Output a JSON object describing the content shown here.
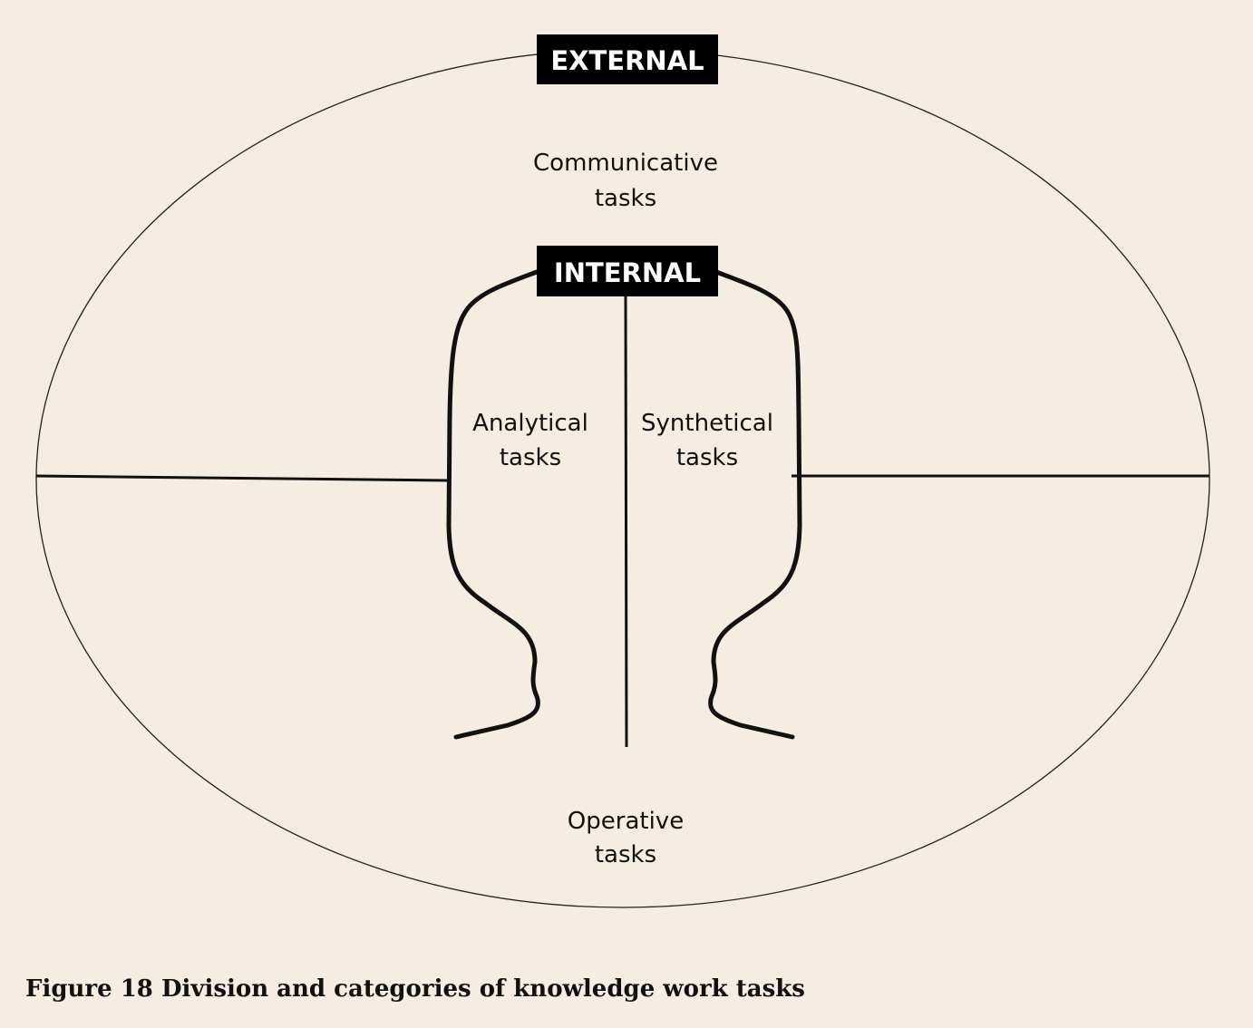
{
  "diagram": {
    "external_label": "EXTERNAL",
    "internal_label": "INTERNAL",
    "communicative": [
      "Communicative",
      "tasks"
    ],
    "analytical": [
      "Analytical",
      "tasks"
    ],
    "synthetical": [
      "Synthetical",
      "tasks"
    ],
    "operative": [
      "Operative",
      "tasks"
    ]
  },
  "caption": "Figure 18 Division and categories of knowledge work tasks"
}
